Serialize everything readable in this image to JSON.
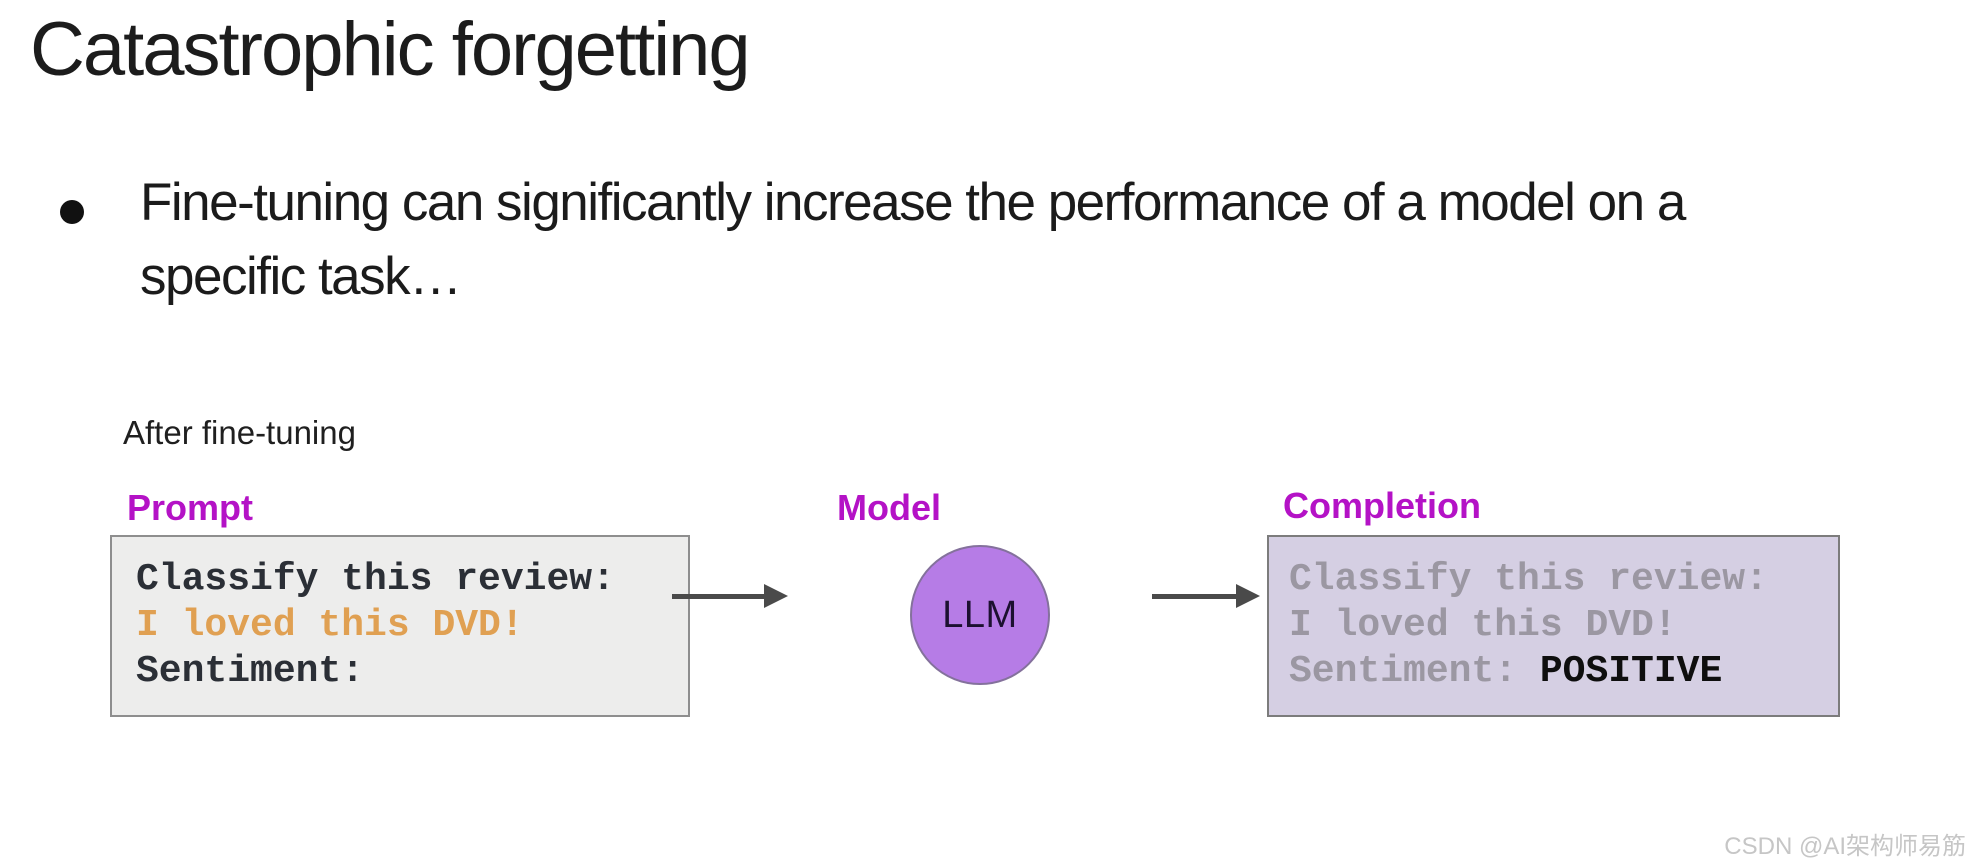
{
  "slide": {
    "title": "Catastrophic forgetting",
    "bullet_lines": [
      "Fine-tuning can significantly increase the performance of a model on a",
      "specific task…"
    ],
    "stage_label": "After fine-tuning"
  },
  "diagram": {
    "prompt": {
      "label": "Prompt",
      "line1": "Classify this review:",
      "line2": "I loved this DVD!",
      "line3": "Sentiment:"
    },
    "model": {
      "label": "Model",
      "node_text": "LLM"
    },
    "completion": {
      "label": "Completion",
      "line1": "Classify this review:",
      "line2": "I loved this DVD!",
      "line3_prefix": "Sentiment: ",
      "line3_value": "POSITIVE"
    },
    "colors": {
      "label_magenta": "#b412c6",
      "prompt_box_bg": "#ededec",
      "prompt_box_border": "#8e8e8e",
      "completion_box_bg": "#d5cfe3",
      "completion_box_border": "#7c7c7c",
      "llm_circle_fill": "#b67ce6",
      "llm_circle_border": "#84719c",
      "dark_mono_text": "#2b2f36",
      "orange_mono_text": "#e0a052",
      "gray_mono_text": "#9b97a2",
      "positive_text": "#0e0e0e",
      "arrow": "#4a4a4a"
    }
  },
  "watermark": "CSDN @AI架构师易筋"
}
